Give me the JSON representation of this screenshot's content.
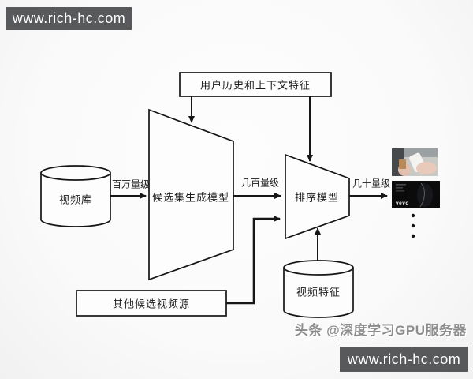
{
  "banners": {
    "top_left": "www.rich-hc.com",
    "bottom_right": "www.rich-hc.com"
  },
  "credit": "头条 @深度学习GPU服务器",
  "diagram": {
    "context_features_box": "用户历史和上下文特征",
    "video_db_cylinder": "视频库",
    "candidate_generation_trapezoid": "候选集生成模型",
    "ranking_trapezoid": "排序模型",
    "other_sources_box": "其他候选视频源",
    "video_features_cylinder": "视频特征",
    "labels": {
      "millions": "百万量级",
      "hundreds": "几百量级",
      "tens": "几十量级"
    },
    "thumbnail_logo": "vevo"
  },
  "colors": {
    "banner_bg": "#58595b",
    "banner_text": "#ffffff",
    "diagram_ink": "#161616",
    "credit_text": "#8d8d8d",
    "background": "#fafafa"
  }
}
